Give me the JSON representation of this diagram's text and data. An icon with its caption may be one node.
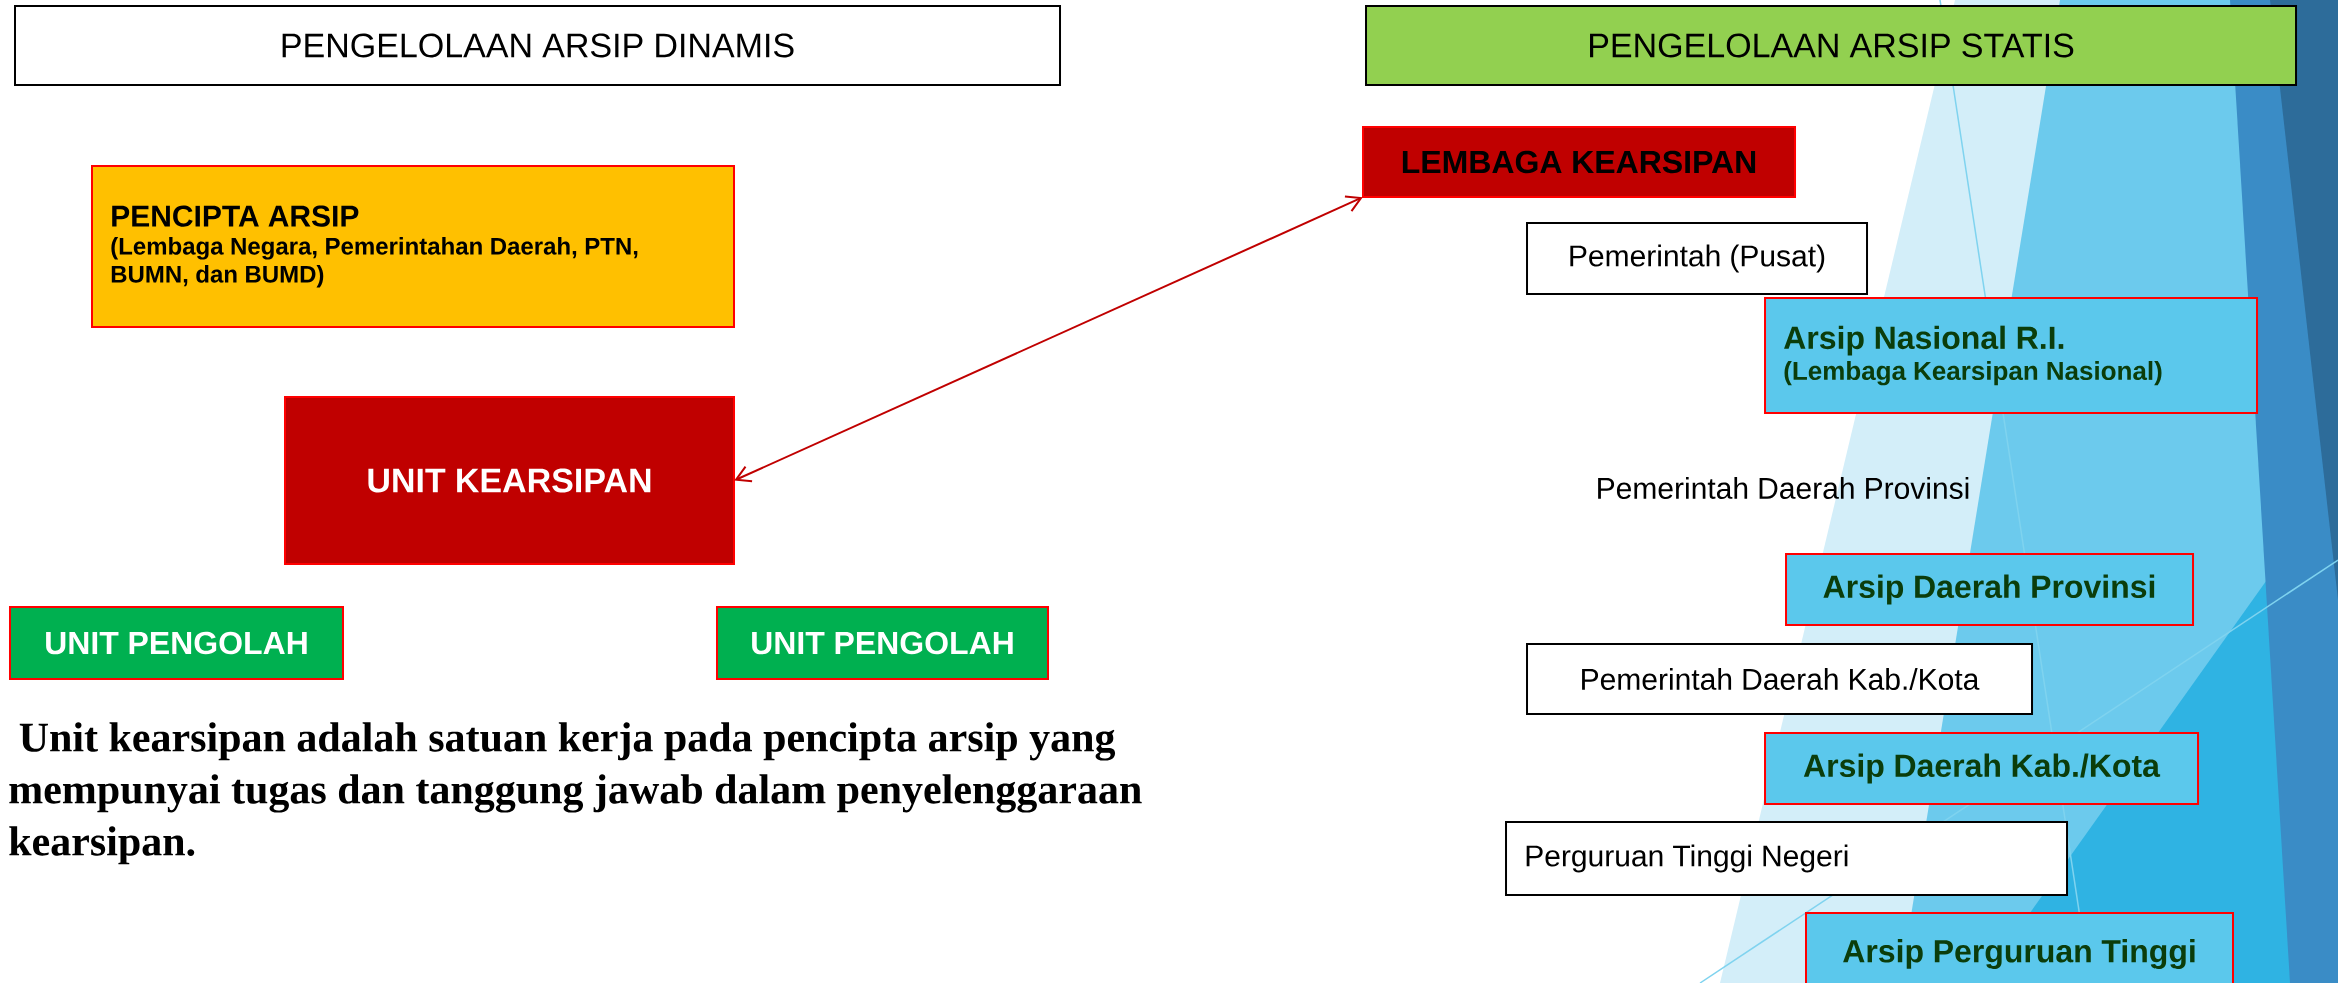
{
  "diagram": {
    "nodes": [
      {
        "text": [
          "PENGELOLAAN ARSIP DINAMIS"
        ]
      },
      {
        "text": [
          "PENCIPTA ARSIP",
          "(Lembaga Negara, Pemerintahan Daerah, PTN, BUMN, dan BUMD)"
        ]
      },
      {
        "text": [
          "UNIT KEARSIPAN"
        ]
      },
      {
        "text": [
          "UNIT PENGOLAH"
        ]
      },
      {
        "text": [
          "UNIT PENGOLAH"
        ]
      },
      {
        "text": [
          "PENGELOLAAN ARSIP STATIS"
        ]
      },
      {
        "text": [
          "LEMBAGA KEARSIPAN"
        ]
      },
      {
        "text": [
          "Pemerintah (Pusat)"
        ]
      },
      {
        "text": [
          "Arsip Nasional R.I.",
          "(Lembaga Kearsipan Nasional)"
        ]
      },
      {
        "text": [
          "Arsip Daerah Provinsi"
        ]
      },
      {
        "text": [
          "Pemerintah Daerah Kab./Kota"
        ]
      },
      {
        "text": [
          "Arsip Daerah Kab./Kota"
        ]
      },
      {
        "text": [
          "Perguruan Tinggi Negeri"
        ]
      },
      {
        "text": [
          "Arsip Perguruan Tinggi"
        ]
      }
    ],
    "edges": [
      {
        "from": 6,
        "to": 2,
        "arrow": "both"
      }
    ],
    "labels": [
      "Pemerintah Daerah Provinsi",
      " Unit kearsipan adalah satuan kerja pada pencipta arsip yang mempunyai tugas dan tanggung jawab dalam penyelenggaraan kearsipan."
    ]
  }
}
